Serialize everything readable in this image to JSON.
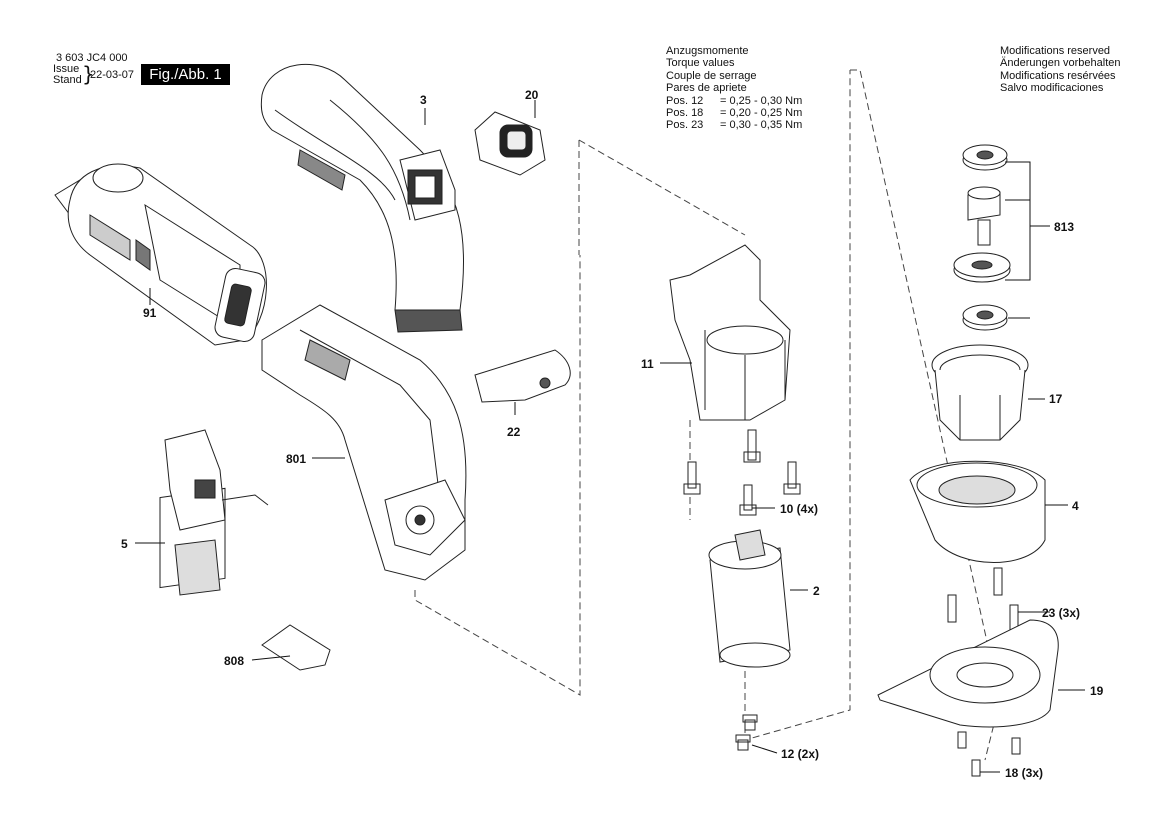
{
  "header": {
    "doc_number": "3 603 JC4 000",
    "issue_label": "Issue",
    "stand_label": "Stand",
    "date": "22-03-07",
    "figure_label": "Fig./Abb. 1"
  },
  "torque": {
    "titles": [
      "Anzugsmomente",
      "Torque values",
      "Couple de serrage",
      "Pares de apriete"
    ],
    "rows": [
      {
        "pos": "Pos. 12",
        "value": "= 0,25 - 0,30 Nm"
      },
      {
        "pos": "Pos. 18",
        "value": "= 0,20 - 0,25 Nm"
      },
      {
        "pos": "Pos. 23",
        "value": "= 0,30 - 0,35 Nm"
      }
    ]
  },
  "notice": [
    "Modifications reserved",
    "Änderungen vorbehalten",
    "Modifications resérvées",
    "Salvo modificaciones"
  ],
  "labels": {
    "p3": "3",
    "p20": "20",
    "p91": "91",
    "p801": "801",
    "p22": "22",
    "p5": "5",
    "p808": "808",
    "p11": "11",
    "p10": "10 (4x)",
    "p2": "2",
    "p12": "12 (2x)",
    "p813": "813",
    "p17": "17",
    "p4": "4",
    "p23": "23 (3x)",
    "p19": "19",
    "p18": "18 (3x)"
  }
}
